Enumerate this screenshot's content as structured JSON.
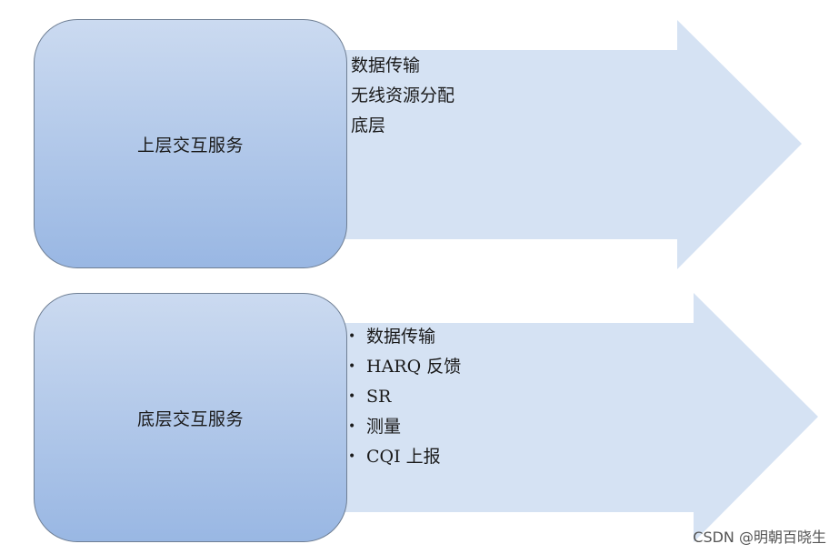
{
  "colors": {
    "arrow_fill": "#d5e2f3",
    "box_top": "#cbdaf0",
    "box_bottom": "#99b7e3",
    "box_border": "#6f7f94"
  },
  "upper": {
    "label": "上层交互服务",
    "items": [
      "数据传输",
      "无线资源分配",
      "底层"
    ]
  },
  "lower": {
    "label": "底层交互服务",
    "bullet_icon": "bullet-dot-icon",
    "items": [
      "数据传输",
      "HARQ 反馈",
      "SR",
      "测量",
      "CQI 上报"
    ]
  },
  "watermark": "CSDN @明朝百晓生"
}
